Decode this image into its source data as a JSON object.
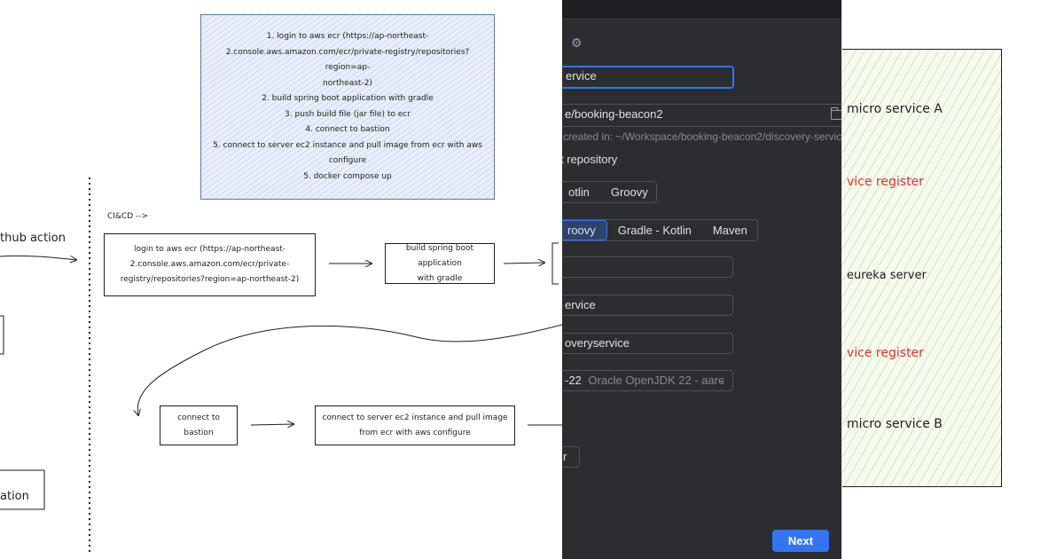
{
  "sketch": {
    "note_lines": [
      "1. login to aws ecr (https://ap-northeast-",
      "2.console.aws.amazon.com/ecr/private-registry/repositories?region=ap-",
      "northeast-2)",
      "2. build spring boot application with gradle",
      "3. push build file (jar file) to ecr",
      "4. connect to bastion",
      "5. connect to server ec2 instance and pull image from ecr with aws",
      "configure",
      "5. docker compose up"
    ],
    "github_action_label": "thub action",
    "cicd_label": "CI&CD -->",
    "login_box_lines": [
      "login to aws ecr (https://ap-northeast-",
      "2.console.aws.amazon.com/ecr/private-",
      "registry/repositories?region=ap-northeast-2)"
    ],
    "build_box_lines": [
      "build spring boot application",
      "with gradle"
    ],
    "bastion_box": "connect to bastion",
    "server_box_lines": [
      "connect to server ec2 instance and pull image",
      "from ecr with aws configure"
    ],
    "left_bottom_label": "ation"
  },
  "ide": {
    "name_value": "ervice",
    "location_value": "e/booking-beacon2",
    "location_hint": "created in: ~/Workspace/booking-beacon2/discovery-servic",
    "git_label": "t repository",
    "dsl_options": [
      "otlin",
      "Groovy"
    ],
    "build_options": [
      "roovy",
      "Gradle - Kotlin",
      "Maven"
    ],
    "group_value": "",
    "artifact_value": "ervice",
    "package_value": "overyservice",
    "jdk_value": "-22",
    "jdk_detail": "Oracle OpenJDK 22 - aarc",
    "small_button": "r",
    "next_label": "Next"
  },
  "green": {
    "labels": [
      {
        "text": "micro service A",
        "color": "black"
      },
      {
        "text": "vice register",
        "color": "red"
      },
      {
        "text": "eureka server",
        "color": "black"
      },
      {
        "text": "vice register",
        "color": "red"
      },
      {
        "text": "micro service B",
        "color": "black"
      }
    ]
  },
  "colors": {
    "accent": "#3574f0",
    "ide_bg": "#2b2d30",
    "note_border": "#5b79a8",
    "red_text": "#e03131",
    "green_hatch": "#8cc846"
  }
}
